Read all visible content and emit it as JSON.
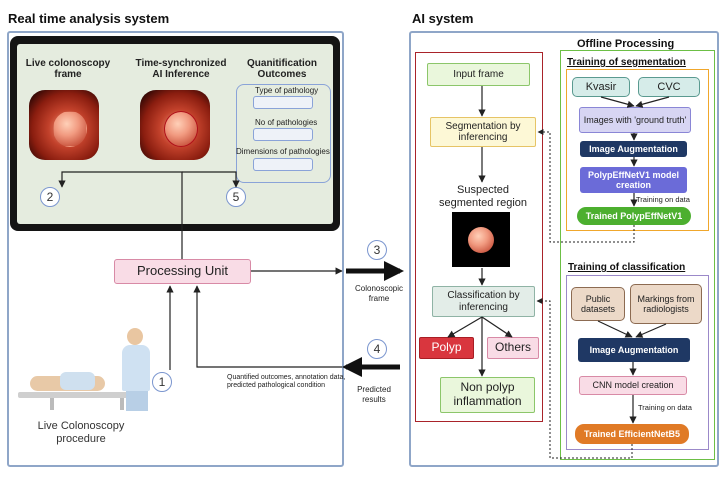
{
  "titles": {
    "left": "Real time analysis system",
    "right": "AI system"
  },
  "monitor": {
    "live_frame": "Live colonoscopy frame",
    "ai_inference": "Time-synchronized AI Inference",
    "quant_title": "Quanitification Outcomes",
    "type_label": "Type of pathology",
    "count_label": "No of pathologies",
    "dims_label": "Dimensions of pathologies"
  },
  "processing_unit": "Processing Unit",
  "procedure_label": "Live Colonoscopy procedure",
  "steps": {
    "s1": "1",
    "s2": "2",
    "s3": "3",
    "s4": "4",
    "s5": "5"
  },
  "arrows": {
    "colonoscopic_frame": "Colonoscopic frame",
    "predicted_results": "Predicted results",
    "outcomes_note": "Quantified outcomes, annotation data, predicted pathological condition"
  },
  "inference": {
    "input_frame": "Input frame",
    "segmentation": "Segmentation by inferencing",
    "suspected": "Suspected segmented region",
    "classification": "Classification by inferencing",
    "polyp": "Polyp",
    "others": "Others",
    "non_polyp": "Non polyp inflammation"
  },
  "offline": {
    "title": "Offline Processing",
    "seg_title": "Training of segmentation",
    "kvasir": "Kvasir",
    "cvc": "CVC",
    "ground_truth": "Images with 'ground truth'",
    "image_aug": "Image Augmentation",
    "model_creation": "PolypEffNetV1 model creation",
    "training_on_data": "Training on data",
    "trained_seg": "Trained PolypEffNetV1",
    "cls_title": "Training of classification",
    "public_datasets": "Public datasets",
    "markings": "Markings from radiologists",
    "image_aug2": "Image Augmentation",
    "cnn": "CNN model creation",
    "training_on_data2": "Training on data",
    "trained_cls": "Trained EfficientNetB5"
  },
  "colors": {
    "panel_border": "#8fa6c8",
    "monitor_bg": "#e5ecdf",
    "pink": "#f9dce6",
    "green_box": "#eaf7dc",
    "yellow_box": "#fdf8d6",
    "navy": "#1f3864",
    "purple": "#6b6bd8",
    "trained_green": "#4caf2f",
    "trained_orange": "#e07a26",
    "polyp_red": "#d9363e"
  }
}
